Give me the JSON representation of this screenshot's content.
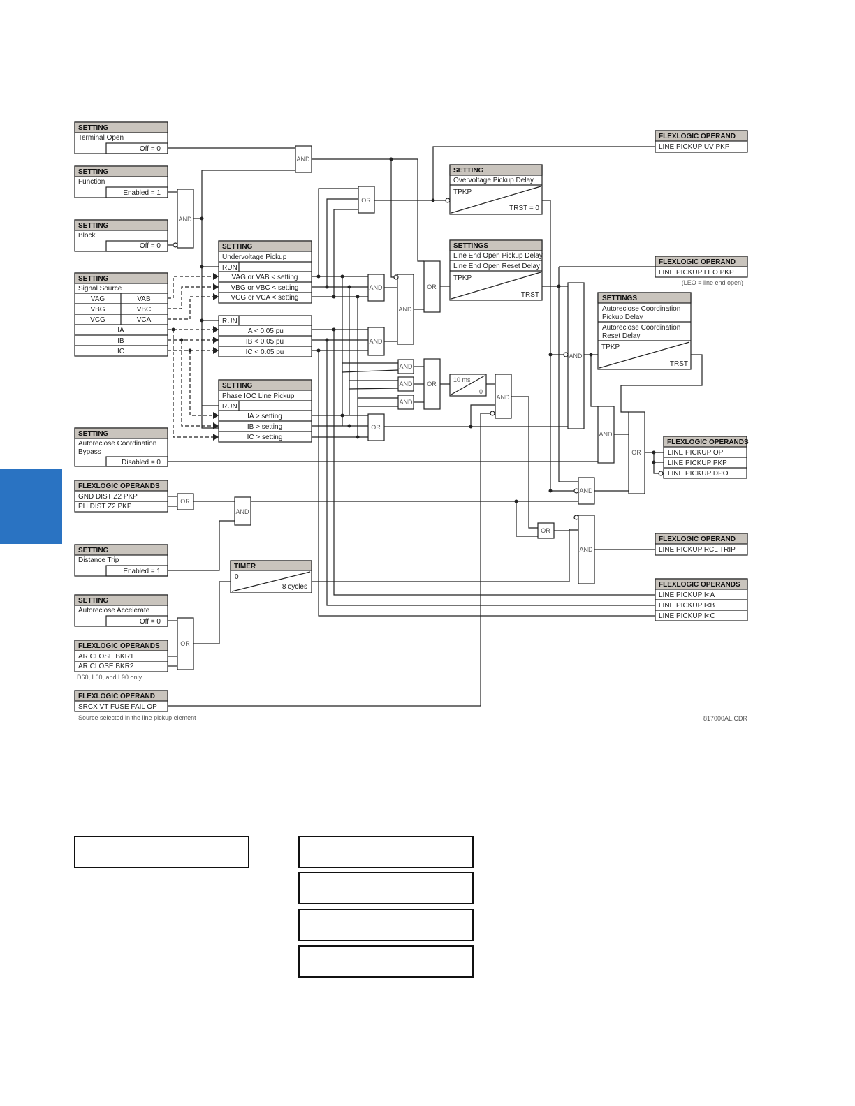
{
  "colors": {
    "tab": "#2a73c2",
    "header_fill": "#c9c4bd",
    "line": "#222222"
  },
  "inputs": {
    "terminal_open": {
      "header": "SETTING",
      "name": "Terminal Open",
      "value": "Off = 0"
    },
    "function": {
      "header": "SETTING",
      "name": "Function",
      "value": "Enabled = 1"
    },
    "block": {
      "header": "SETTING",
      "name": "Block",
      "value": "Off = 0"
    },
    "signal_source": {
      "header": "SETTING",
      "name": "Signal Source",
      "rows": [
        [
          "VAG",
          "VAB"
        ],
        [
          "VBG",
          "VBC"
        ],
        [
          "VCG",
          "VCA"
        ]
      ],
      "currents": [
        "IA",
        "IB",
        "IC"
      ]
    },
    "ar_bypass": {
      "header": "SETTING",
      "name1": "Autoreclose Coordination",
      "name2": "Bypass",
      "value": "Disabled = 0"
    },
    "dist_z2": {
      "header": "FLEXLOGIC OPERANDS",
      "items": [
        "GND DIST Z2 PKP",
        "PH DIST Z2 PKP"
      ]
    },
    "distance_trip": {
      "header": "SETTING",
      "name": "Distance Trip",
      "value": "Enabled = 1"
    },
    "ar_accelerate": {
      "header": "SETTING",
      "name": "Autoreclose Accelerate",
      "value": "Off = 0"
    },
    "ar_close": {
      "header": "FLEXLOGIC OPERANDS",
      "items": [
        "AR CLOSE BKR1",
        "AR CLOSE BKR2"
      ],
      "note": "D60, L60, and L90 only"
    },
    "vt_fuse": {
      "header": "FLEXLOGIC OPERAND",
      "item": "SRCX VT FUSE FAIL OP",
      "note": "Source selected in the line pickup element"
    }
  },
  "elements": {
    "undervoltage": {
      "header": "SETTING",
      "name": "Undervoltage Pickup",
      "run": "RUN",
      "rows": [
        "VAG or VAB < setting",
        "VBG or VBC < setting",
        "VCG or VCA < setting"
      ]
    },
    "current": {
      "run": "RUN",
      "rows": [
        "IA < 0.05 pu",
        "IB < 0.05 pu",
        "IC < 0.05 pu"
      ]
    },
    "phase_ioc": {
      "header": "SETTING",
      "name": "Phase IOC Line Pickup",
      "run": "RUN",
      "rows": [
        "IA > setting",
        "IB > setting",
        "IC > setting"
      ]
    },
    "timer": {
      "header": "TIMER",
      "left": "0",
      "right": "8 cycles"
    },
    "ov_delay": {
      "header": "SETTING",
      "name": "Overvoltage Pickup Delay",
      "tpkp": "TPKP",
      "trst": "TRST = 0"
    },
    "leo_delay": {
      "header": "SETTINGS",
      "name1": "Line End Open Pickup Delay",
      "name2": "Line End Open Reset Delay",
      "tpkp": "TPKP",
      "trst": "TRST"
    },
    "ar_coord": {
      "header": "SETTINGS",
      "name1": "Autoreclose Coordination",
      "name1b": "Pickup Delay",
      "name2": "Autoreclose Coordination",
      "name2b": "Reset Delay",
      "tpkp": "TPKP",
      "trst": "TRST"
    },
    "timer_10ms": {
      "label": "10 ms",
      "zero": "0"
    }
  },
  "gates": {
    "and": "AND",
    "or": "OR"
  },
  "outputs": {
    "uv_pkp": {
      "header": "FLEXLOGIC OPERAND",
      "item": "LINE PICKUP UV PKP"
    },
    "leo_pkp": {
      "header": "FLEXLOGIC OPERAND",
      "item": "LINE PICKUP LEO PKP",
      "note": "(LEO = line end open)"
    },
    "main": {
      "header": "FLEXLOGIC OPERANDS",
      "items": [
        "LINE PICKUP OP",
        "LINE PICKUP PKP",
        "LINE PICKUP DPO"
      ]
    },
    "rcl_trip": {
      "header": "FLEXLOGIC OPERAND",
      "item": "LINE PICKUP RCL TRIP"
    },
    "ilc": {
      "header": "FLEXLOGIC OPERANDS",
      "items": [
        "LINE PICKUP I<A",
        "LINE PICKUP I<B",
        "LINE PICKUP I<C"
      ]
    }
  },
  "figure_code": "817000AL.CDR"
}
